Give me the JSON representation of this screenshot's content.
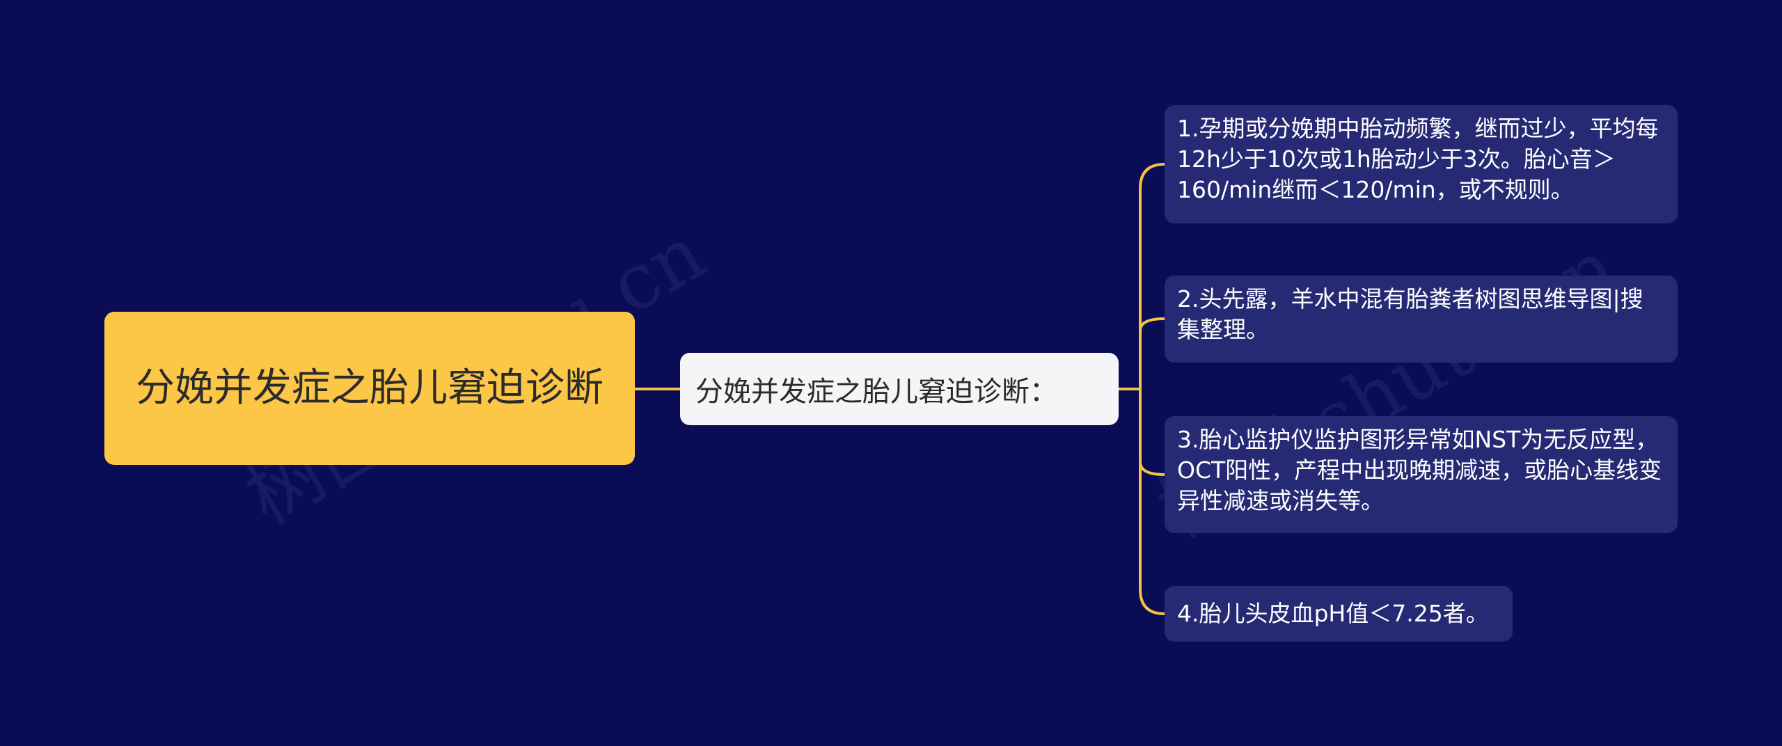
{
  "root": {
    "label": "分娩并发症之胎儿窘迫诊断"
  },
  "branch": {
    "label": "分娩并发症之胎儿窘迫诊断："
  },
  "leaves": [
    {
      "text": "1.孕期或分娩期中胎动频繁，继而过少，平均每12h少于10次或1h胎动少于3次。胎心音＞160/min继而＜120/min，或不规则。"
    },
    {
      "text": "2.头先露，羊水中混有胎粪者树图思维导图|搜集整理。"
    },
    {
      "text": "3.胎心监护仪监护图形异常如NST为无反应型，OCT阳性，产程中出现晚期减速，或胎心基线变异性减速或消失等。"
    },
    {
      "text": "4.胎儿头皮血pH值＜7.25者。"
    }
  ],
  "watermarks": [
    "树图 shutu.cn",
    "树图 shutu.cn"
  ],
  "colors": {
    "background": "#0a0d56",
    "root_fill": "#fcc646",
    "branch_fill": "#f5f5f7",
    "leaf_fill": "#262a74",
    "connector": "#f5c242"
  }
}
